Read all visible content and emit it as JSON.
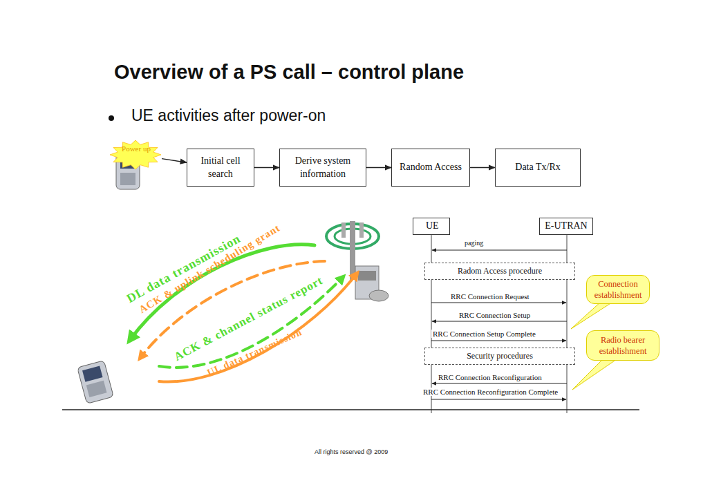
{
  "diagram": {
    "title": "Overview of a PS call – control plane",
    "nodes": [
      {
        "text": [
          "Power up"
        ]
      },
      {
        "text": [
          "Initial cell search"
        ]
      },
      {
        "text": [
          "Derive system information"
        ]
      },
      {
        "text": [
          "Random Access"
        ]
      },
      {
        "text": [
          "Data Tx/Rx"
        ]
      },
      {
        "text": [
          "UE"
        ]
      },
      {
        "text": [
          "E-UTRAN"
        ]
      },
      {
        "text": [
          "Radom Access procedure"
        ]
      },
      {
        "text": [
          "Connection establishment"
        ]
      },
      {
        "text": [
          "Security procedures"
        ]
      },
      {
        "text": [
          "Radio bearer establishment"
        ]
      }
    ],
    "edges": [
      {
        "from": 0,
        "to": 1,
        "arrow": "to"
      },
      {
        "from": 1,
        "to": 2,
        "arrow": "to"
      },
      {
        "from": 2,
        "to": 3,
        "arrow": "to"
      },
      {
        "from": 3,
        "to": 4,
        "arrow": "to"
      }
    ],
    "labels": [
      "UE activities after power-on",
      "DL data transmission",
      "ACK & uplink scheduling grant",
      "ACK & channel status report",
      "UL data transmission",
      "paging",
      "RRC Connection Request",
      "RRC Connection Setup",
      "RRC Connection Setup Complete",
      "RRC Connection Reconfiguration",
      "RRC Connection Reconfiguration Complete",
      "All rights reserved @ 2009"
    ]
  }
}
